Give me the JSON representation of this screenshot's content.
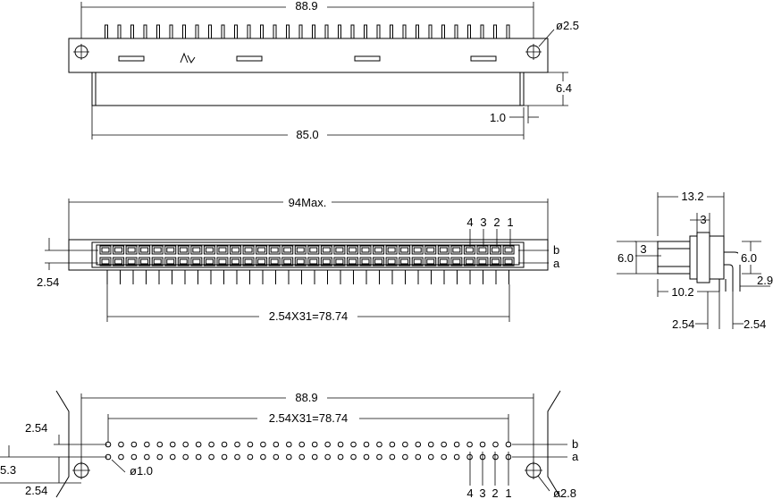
{
  "top_view": {
    "dim_overall": "88.9",
    "dim_hole": "ø2.5",
    "dim_height": "6.4",
    "dim_offset": "1.0",
    "dim_body": "85.0"
  },
  "front_view": {
    "dim_max": "94Max.",
    "dim_pitch": "2.54X31=78.74",
    "dim_row": "2.54",
    "row_b": "b",
    "row_a": "a",
    "pin_labels": [
      "4",
      "3",
      "2",
      "1"
    ]
  },
  "side_view": {
    "dim_width": "13.2",
    "dim_3_top": "3",
    "dim_3_left": "3",
    "dim_6_left": "6.0",
    "dim_6_right": "6.0",
    "dim_2_9": "2.9",
    "dim_10_2": "10.2",
    "dim_2_54_left": "2.54",
    "dim_2_54_right": "2.54"
  },
  "footprint_view": {
    "dim_overall": "88.9",
    "dim_pitch": "2.54X31=78.74",
    "dim_2_54_top": "2.54",
    "dim_5_3": "5.3",
    "dim_2_54_bottom": "2.54",
    "dim_hole_small": "ø1.0",
    "dim_hole_large": "ø2.8",
    "row_b": "b",
    "row_a": "a",
    "pin_labels": [
      "4",
      "3",
      "2",
      "1"
    ]
  }
}
